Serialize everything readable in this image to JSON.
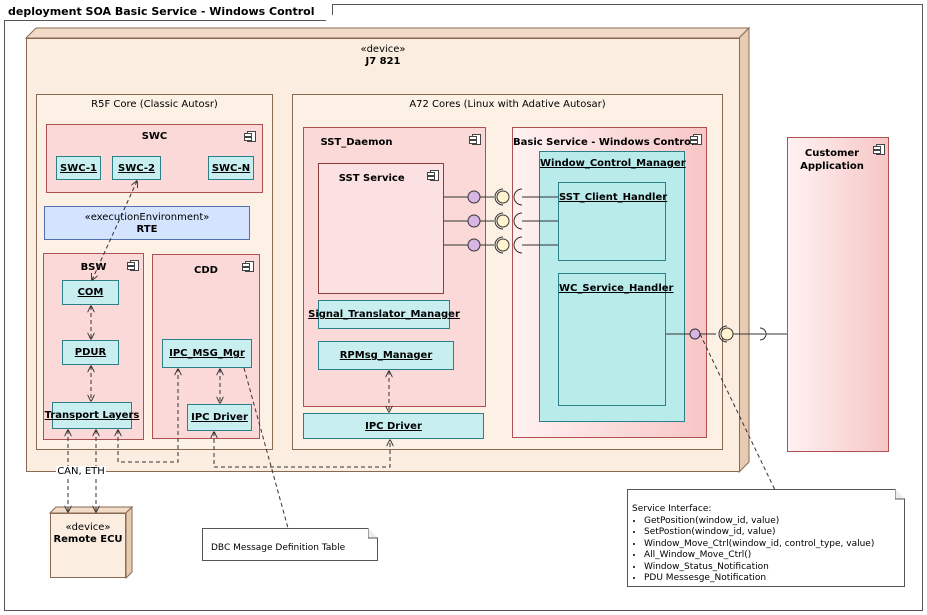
{
  "frame": {
    "title": "deployment SOA Basic Service - Windows Control"
  },
  "device_main": {
    "stereotype": "«device»",
    "name": "J7 821"
  },
  "r5f": {
    "title": "R5F Core (Classic Autosr)",
    "swc": {
      "title": "SWC",
      "items": [
        "SWC-1",
        "SWC-2",
        "SWC-N"
      ]
    },
    "rte": {
      "stereotype": "«executionEnvironment»",
      "name": "RTE"
    },
    "bsw": {
      "title": "BSW",
      "com": "COM",
      "pdur": "PDUR",
      "transport": "Transport Layers"
    },
    "cdd": {
      "title": "CDD",
      "ipc_msg": "IPC_MSG_Mgr",
      "ipc_driver": "IPC Driver"
    }
  },
  "a72": {
    "title": "A72 Cores (Linux with Adative Autosar)",
    "sst_daemon": {
      "title": "SST_Daemon",
      "sst_service": "SST Service",
      "signal_translator": "Signal_Translator_Manager",
      "rpmsg": "RPMsg_Manager"
    },
    "ipc_driver": "IPC Driver",
    "basic_service": {
      "title": "Basic Service - Windows Control",
      "wcm": "Window_Control_Manager",
      "sst_client": "SST_Client_Handler",
      "wc_service": "WC_Service_Handler"
    }
  },
  "customer_app": {
    "name": "Customer Application"
  },
  "can_eth": "CAN, ETH",
  "remote_ecu": {
    "stereotype": "«device»",
    "name": "Remote ECU"
  },
  "dbc_note": "DBC Message Definition Table",
  "service_note": {
    "title": "Service Interface:",
    "items": [
      "GetPosition(window_id, value)",
      "SetPostion(window_id,  value)",
      "Window_Move_Ctrl(window_id, control_type, value)",
      "All_Window_Move_Ctrl()",
      "Window_Status_Notification",
      "PDU Messesge_Notification"
    ]
  },
  "colors": {
    "node": "#fbeee0",
    "component": "#fbd9d9",
    "teal": "#b9ebeb",
    "rte": "#d4e4ff"
  }
}
